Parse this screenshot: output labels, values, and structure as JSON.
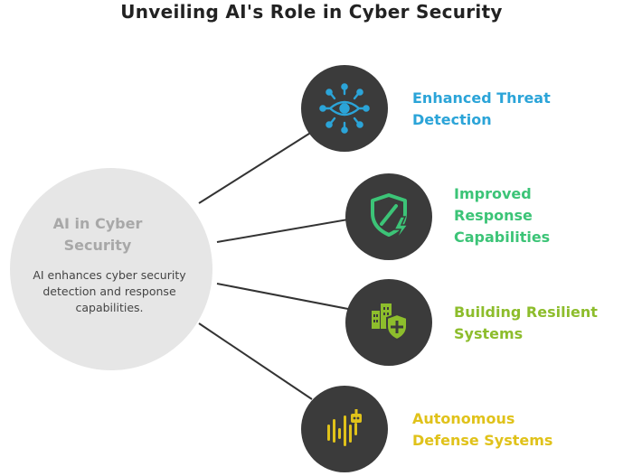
{
  "title": "Unveiling AI's Role in Cyber Security",
  "center": {
    "title_line1": "AI in Cyber",
    "title_line2": "Security",
    "description": "AI enhances cyber security detection and response capabilities."
  },
  "items": [
    {
      "label": "Enhanced Threat\nDetection",
      "color": "#2ba4d8",
      "icon": "eye-network-icon"
    },
    {
      "label": "Improved\nResponse\nCapabilities",
      "color": "#3cc477",
      "icon": "shield-lightning-icon"
    },
    {
      "label": "Building Resilient\nSystems",
      "color": "#8dbd2c",
      "icon": "building-shield-icon"
    },
    {
      "label": "Autonomous\nDefense Systems",
      "color": "#e0c21a",
      "icon": "robot-soundwave-icon"
    }
  ]
}
